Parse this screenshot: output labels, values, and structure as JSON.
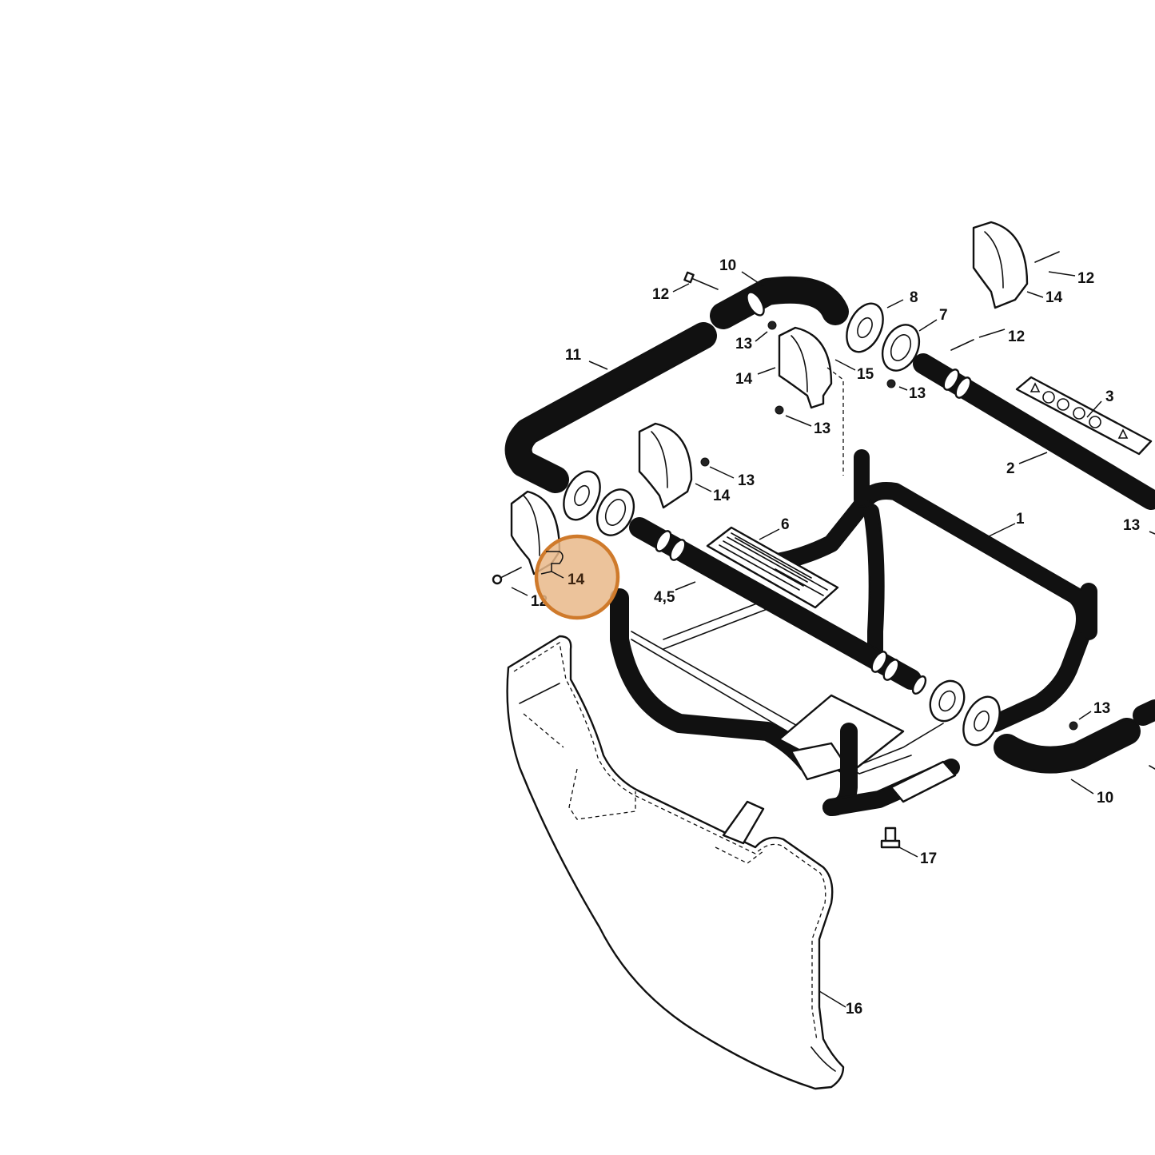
{
  "diagram": {
    "labels": {
      "p1": "1",
      "p2": "2",
      "p3": "3",
      "p45": "4,5",
      "p6": "6",
      "p7": "7",
      "p8": "8",
      "p10a": "10",
      "p10b": "10",
      "p11": "11",
      "p12a": "12",
      "p12b": "12",
      "p12c": "12",
      "p12d": "12",
      "p13a": "13",
      "p13b": "13",
      "p13c": "13",
      "p13d": "13",
      "p13e": "13",
      "p13f": "13",
      "p14a": "14",
      "p14b": "14",
      "p14c": "14",
      "p15": "15",
      "p16": "16",
      "p17": "17"
    },
    "highlight": {
      "label": "14",
      "fill_color": "#e9b989",
      "ring_color": "#cf7a2b"
    }
  }
}
